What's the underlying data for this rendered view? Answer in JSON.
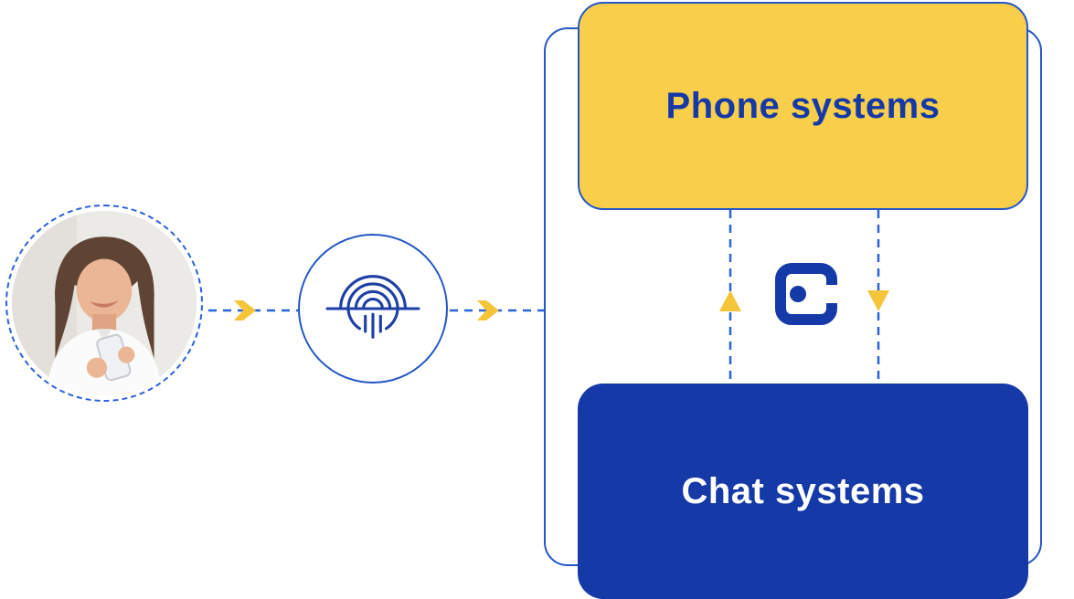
{
  "colors": {
    "primary_blue": "#1539A7",
    "border_blue": "#2356C7",
    "dash_blue": "#2B62D9",
    "accent_yellow": "#F8CE4B",
    "arrow_yellow": "#F5C539"
  },
  "diagram": {
    "phone_box": {
      "label": "Phone systems"
    },
    "chat_box": {
      "label": "Chat systems"
    },
    "icons": {
      "user": "woman-with-phone-photo",
      "auth": "fingerprint-icon",
      "center": "brand-logo-icon",
      "flow_right": "arrow-right-icon",
      "flow_up": "arrow-up-icon",
      "flow_down": "arrow-down-icon"
    }
  }
}
